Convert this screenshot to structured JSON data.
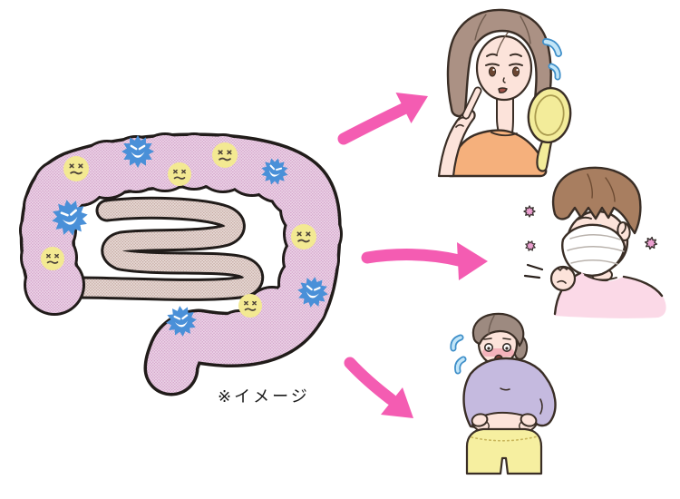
{
  "caption": "※イメージ",
  "colors": {
    "arrow": "#f45cb2",
    "colon_pink": "#dcb3d2",
    "small_intestine_beige": "#d8c0ba",
    "bad_bacteria_blue": "#4a90d8",
    "weakened_bacteria_yellow": "#f3e992",
    "outline_dark": "#2a211c",
    "skin": "#fce3da",
    "hair_light_brown": "#ab9184",
    "hair_warm_brown": "#a87e60",
    "hair_gray_brown": "#9d8a80",
    "shirt_orange": "#f5b07c",
    "shirt_pink": "#fbd9e7",
    "sweater_lavender": "#c5badf",
    "pants_yellow": "#f6efa0",
    "mirror_yellow": "#f3ec9a",
    "mask_white": "#ffffff",
    "pollen_pink": "#eb9fd0",
    "sweat_blue": "#9fd4ef",
    "blush_pink": "#f2a3b0"
  },
  "intestine": {
    "bad_bacteria_count": 5,
    "weakened_bacteria_count": 6
  },
  "symptoms": [
    {
      "id": "skin-trouble",
      "depicts": "worried woman touching cheek while looking into hand mirror"
    },
    {
      "id": "allergy-cough",
      "depicts": "person wearing face mask coughing with pollen particles around"
    },
    {
      "id": "weight-gain",
      "depicts": "woman pinching belly fat with both hands"
    }
  ]
}
